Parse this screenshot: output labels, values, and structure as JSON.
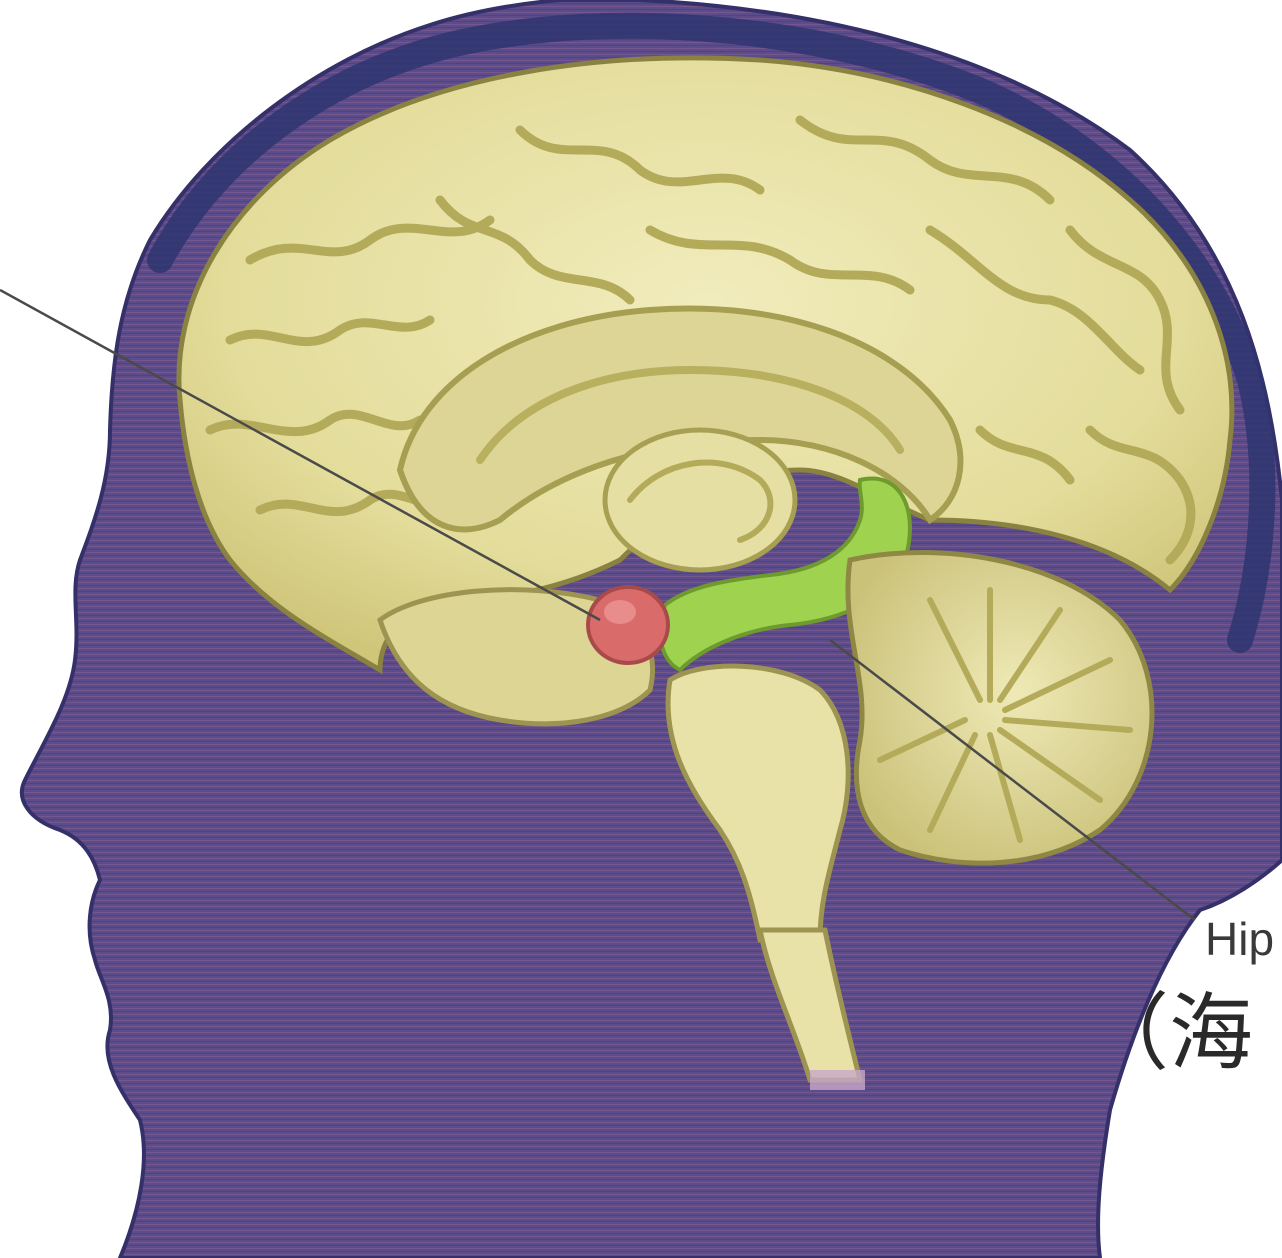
{
  "diagram": {
    "labels": {
      "hippocampus_label": "Hip",
      "hippocampus_label_cjk": "（海"
    },
    "colors": {
      "background": "#ffffff",
      "head_fill": "#5a4a8a",
      "head_edge": "#34306a",
      "skull_outline": "#2e3570",
      "brain_fill": "#e8e2a4",
      "brain_fold": "#b6ad5e",
      "brain_shadow": "#9c9450",
      "amygdala": "#d96b6b",
      "hippocampus": "#9fd24e",
      "leader_line": "#4a4a4a"
    },
    "structures": [
      "head-silhouette",
      "cerebrum",
      "corpus-callosum",
      "thalamus",
      "amygdala",
      "hippocampus",
      "cerebellum",
      "brainstem",
      "spinal-cord"
    ]
  }
}
